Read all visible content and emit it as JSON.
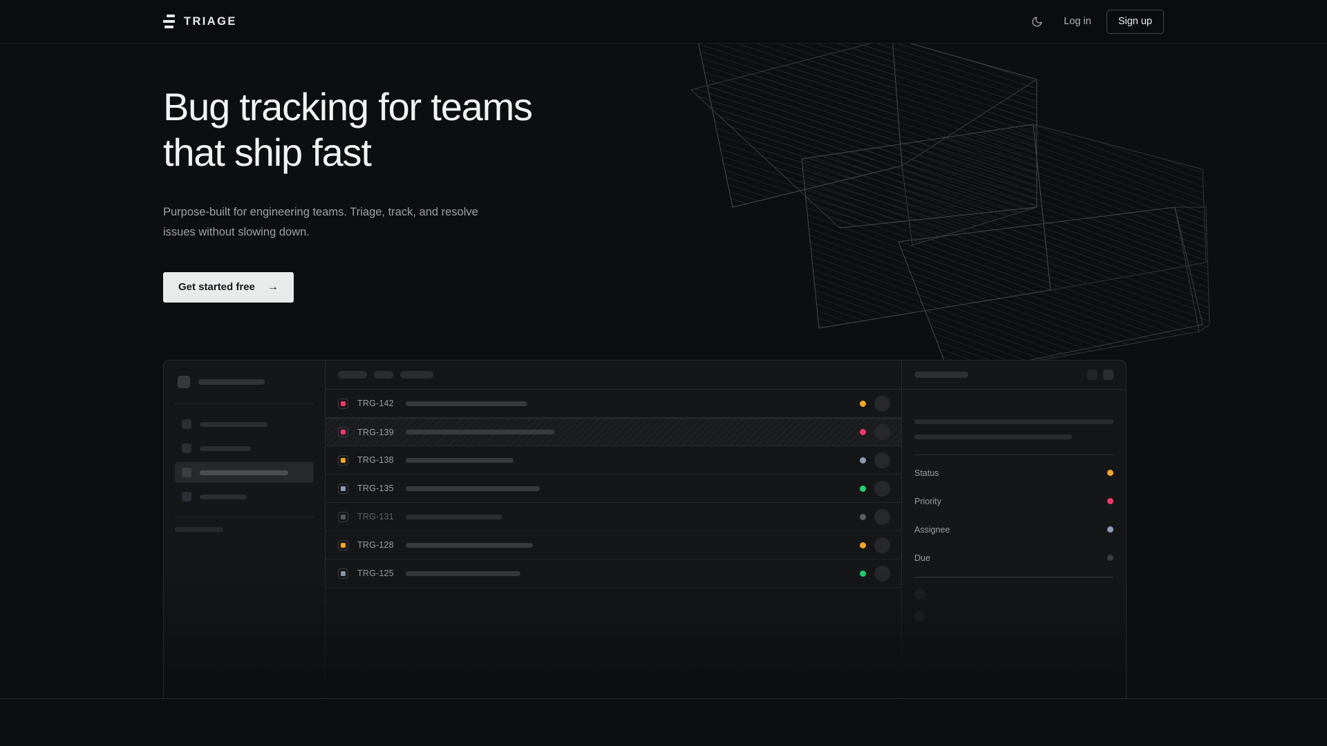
{
  "meta": {
    "background": "#0d0e0f",
    "accent_amber": "#f5a623",
    "accent_pink": "#f4366b",
    "accent_green": "#22d66f",
    "accent_slate": "#8e9cb3",
    "accent_muted": "#3a3d41"
  },
  "header": {
    "brand": "TRIAGE",
    "logo_icon": "stacked-bars-logo-icon",
    "theme_toggle_icon": "moon-icon",
    "login_label": "Log in",
    "signup_label": "Sign up"
  },
  "hero": {
    "headline_line1": "Bug tracking for teams",
    "headline_line2": "that ship fast",
    "subhead": "Purpose-built for engineering teams. Triage, track, and resolve issues without slowing down.",
    "cta_label": "Get started free",
    "cta_arrow": "→"
  },
  "mockup": {
    "sidebar": {
      "workspace_width": 96,
      "nav_items": [
        {
          "width": 98,
          "active": false
        },
        {
          "width": 74,
          "active": false
        },
        {
          "width": 128,
          "active": true
        },
        {
          "width": 68,
          "active": false
        }
      ],
      "section_label_width": 70,
      "mini_dots": 3
    },
    "list": {
      "toolbar_chips": [
        42,
        28,
        48
      ],
      "rows": [
        {
          "id": "TRG-142",
          "badge_color": "#f4366b",
          "title_width": 176,
          "status_color": "#f5a623",
          "selected": false,
          "muted": false
        },
        {
          "id": "TRG-139",
          "badge_color": "#f4366b",
          "title_width": 216,
          "status_color": "#f4366b",
          "selected": true,
          "muted": false
        },
        {
          "id": "TRG-138",
          "badge_color": "#f5a623",
          "title_width": 156,
          "status_color": "#8e9cb3",
          "selected": false,
          "muted": false
        },
        {
          "id": "TRG-135",
          "badge_color": "#8e9cb3",
          "title_width": 194,
          "status_color": "#22d66f",
          "selected": false,
          "muted": false
        },
        {
          "id": "TRG-131",
          "badge_color": "#55595d",
          "title_width": 140,
          "status_color": "#5a5e62",
          "selected": false,
          "muted": true
        },
        {
          "id": "TRG-128",
          "badge_color": "#f5a623",
          "title_width": 184,
          "status_color": "#f5a623",
          "selected": false,
          "muted": false
        },
        {
          "id": "TRG-125",
          "badge_color": "#8e9cb3",
          "title_width": 166,
          "status_color": "#22d66f",
          "selected": false,
          "muted": false
        }
      ]
    },
    "detail": {
      "header_actions": [
        "detail-action-1",
        "detail-action-2"
      ],
      "body_lines": [
        288,
        228
      ],
      "fields": [
        {
          "label": "Status",
          "value_color": "#f5a623"
        },
        {
          "label": "Priority",
          "value_color": "#f4366b"
        },
        {
          "label": "Assignee",
          "value_color": "#8e9cb3"
        },
        {
          "label": "Due",
          "value_color": "#3a3d41"
        }
      ],
      "activity_items": 2
    }
  }
}
